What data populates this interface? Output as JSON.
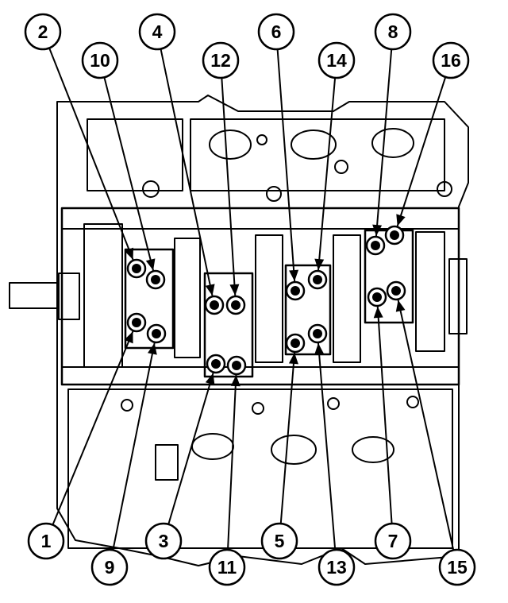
{
  "diagram": {
    "callouts": [
      {
        "label": "1",
        "bolt": "9"
      },
      {
        "label": "2",
        "bolt": "1"
      },
      {
        "label": "3",
        "bolt": "11"
      },
      {
        "label": "4",
        "bolt": "3"
      },
      {
        "label": "5",
        "bolt": "13"
      },
      {
        "label": "6",
        "bolt": "5"
      },
      {
        "label": "7",
        "bolt": "15"
      },
      {
        "label": "8",
        "bolt": "7"
      },
      {
        "label": "9",
        "bolt": "10"
      },
      {
        "label": "10",
        "bolt": "2"
      },
      {
        "label": "11",
        "bolt": "12"
      },
      {
        "label": "12",
        "bolt": "4"
      },
      {
        "label": "13",
        "bolt": "14"
      },
      {
        "label": "14",
        "bolt": "6"
      },
      {
        "label": "15",
        "bolt": "16"
      },
      {
        "label": "16",
        "bolt": "8"
      }
    ],
    "colors": {
      "ink": "#000000",
      "paper": "#ffffff"
    }
  }
}
